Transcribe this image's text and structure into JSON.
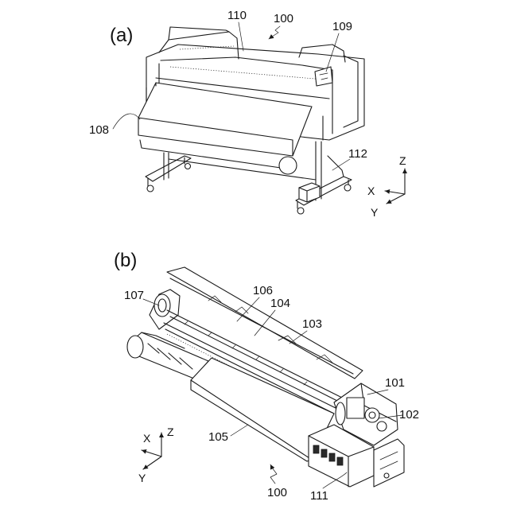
{
  "panel_a": {
    "label": "(a)",
    "refs": {
      "r100": "100",
      "r110": "110",
      "r109": "109",
      "r108": "108",
      "r112": "112"
    },
    "axes": {
      "z": "Z",
      "x": "X",
      "y": "Y"
    }
  },
  "panel_b": {
    "label": "(b)",
    "refs": {
      "r107": "107",
      "r106": "106",
      "r104": "104",
      "r103": "103",
      "r101": "101",
      "r102": "102",
      "r105": "105",
      "r100": "100",
      "r111": "111"
    },
    "axes": {
      "z": "Z",
      "x": "X",
      "y": "Y"
    }
  }
}
